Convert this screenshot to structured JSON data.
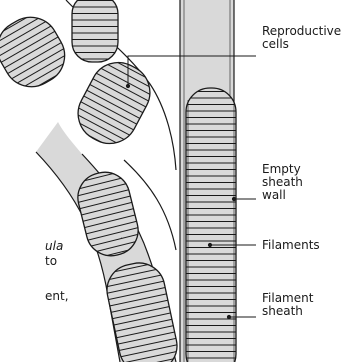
{
  "labels": {
    "reproductive_cells": "Reproductive\ncells",
    "empty_sheath_wall": "Empty\nsheath\nwall",
    "filaments": "Filaments",
    "filament_sheath": "Filament\nsheath"
  },
  "caption_fragments": {
    "italic_tail": "ula",
    "line2": "to",
    "line3": "ent,"
  },
  "colors": {
    "fill": "#d9d9d9",
    "stroke": "#1a1a1a",
    "background": "#ffffff"
  }
}
